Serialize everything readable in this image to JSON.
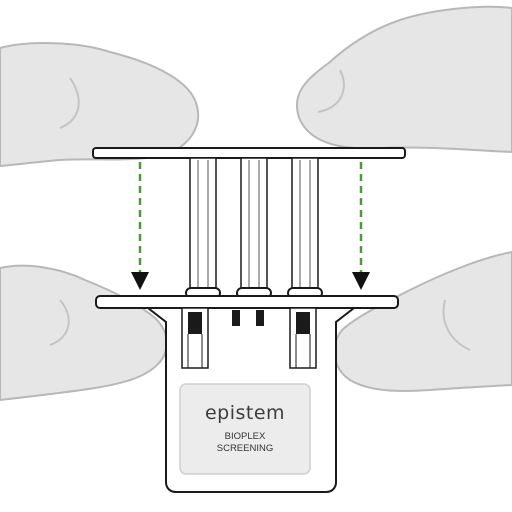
{
  "label_card": {
    "brand": "epistem",
    "line1": "BIOPLEX",
    "line2": "SCREENING"
  },
  "colors": {
    "hand_fill": "#e6e6e6",
    "hand_outline": "#b8b8b8",
    "arrow_green": "#4c9a3a",
    "outline": "#1a1a1a",
    "label_bg": "#ececec"
  },
  "icons": [
    "left-hand-top-icon",
    "right-hand-top-icon",
    "left-hand-bottom-icon",
    "right-hand-bottom-icon",
    "down-arrow-icon"
  ]
}
